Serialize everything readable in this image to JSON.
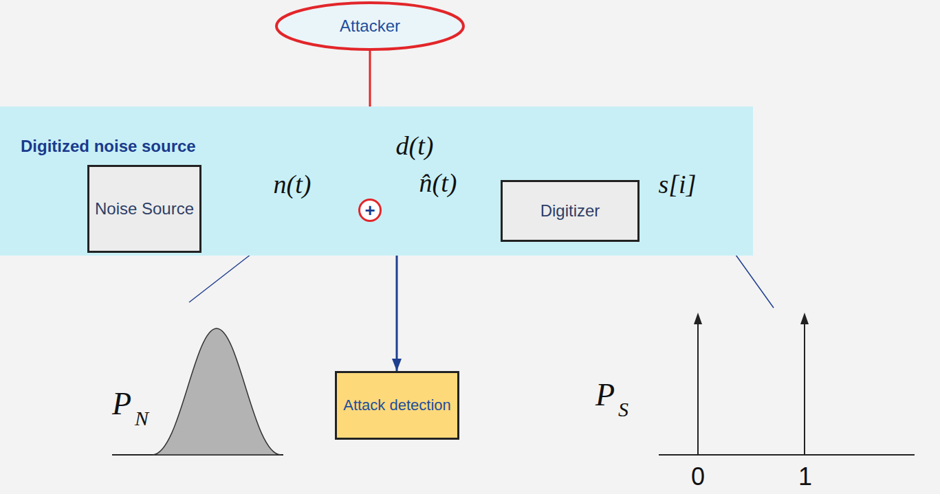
{
  "diagram": {
    "nodes": [
      {
        "text": [
          "Attacker"
        ]
      },
      {
        "text": [
          "Digitized noise source"
        ]
      },
      {
        "text": [
          "Noise Source"
        ],
        "in": 1
      },
      {
        "text": [
          "+"
        ],
        "in": 1
      },
      {
        "text": [
          "Digitizer"
        ],
        "in": 1
      },
      {
        "text": [
          "Attack detection"
        ]
      }
    ],
    "edges": [
      {
        "from": 2,
        "to": 3,
        "arrow": "none",
        "label": "n(t)"
      },
      {
        "from": 0,
        "to": 3,
        "arrow": "none",
        "label": "d(t)"
      },
      {
        "from": 3,
        "to": 4,
        "arrow": "to",
        "label": "n̂(t)"
      },
      {
        "from": 3,
        "to": 5,
        "arrow": "to"
      }
    ],
    "labels": [
      "s[i]",
      "P",
      "N",
      "P",
      "S",
      "0",
      "1"
    ]
  }
}
